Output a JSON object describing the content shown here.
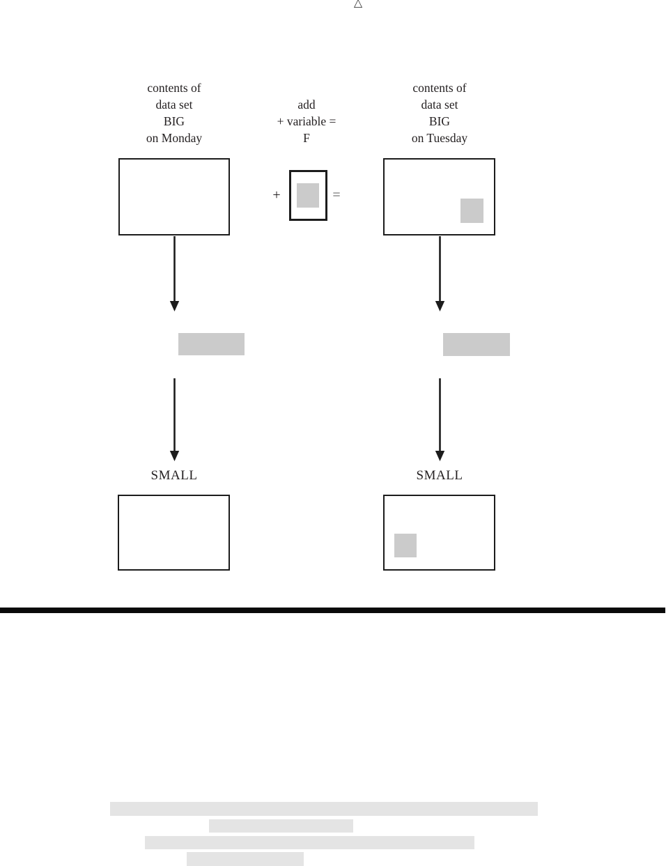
{
  "page": {
    "triangle_marker": "△"
  },
  "diagram": {
    "left_column": {
      "header_lines": [
        "contents of",
        "data set",
        "BIG",
        "on Monday"
      ],
      "small_label": "SMALL"
    },
    "middle": {
      "header_lines": [
        "add",
        "+ variable =",
        "F"
      ],
      "plus_sign": "+",
      "equals_sign": "="
    },
    "right_column": {
      "header_lines": [
        "contents of",
        "data set",
        "BIG",
        "on Tuesday"
      ],
      "small_label": "SMALL"
    },
    "colors": {
      "highlight_gray": "#cbcbcb",
      "redacted_bar_gray": "#e4e4e4",
      "line_black": "#1c1c1c",
      "divider_black": "#0a0a0a"
    }
  }
}
